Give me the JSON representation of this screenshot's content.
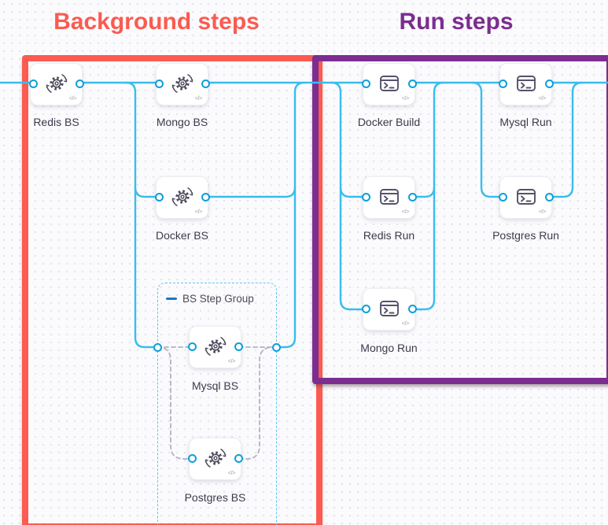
{
  "titles": {
    "background": "Background steps",
    "run": "Run steps"
  },
  "group": {
    "label": "BS Step Group"
  },
  "nodes": {
    "redis_bs": {
      "label": "Redis BS",
      "type": "background-step"
    },
    "mongo_bs": {
      "label": "Mongo BS",
      "type": "background-step"
    },
    "docker_bs": {
      "label": "Docker BS",
      "type": "background-step"
    },
    "mysql_bs": {
      "label": "Mysql BS",
      "type": "background-step"
    },
    "postgres_bs": {
      "label": "Postgres BS",
      "type": "background-step"
    },
    "docker_build": {
      "label": "Docker Build",
      "type": "run-step"
    },
    "mysql_run": {
      "label": "Mysql Run",
      "type": "run-step"
    },
    "redis_run": {
      "label": "Redis Run",
      "type": "run-step"
    },
    "postgres_run": {
      "label": "Postgres Run",
      "type": "run-step"
    },
    "mongo_run": {
      "label": "Mongo Run",
      "type": "run-step"
    }
  },
  "glyphs": {
    "code": "</>"
  },
  "icons": {
    "background_step": "sync-gear-icon",
    "run_step": "terminal-icon",
    "group_collapse": "collapse-dash-icon"
  },
  "colors": {
    "background_accent": "#fb5b51",
    "run_accent": "#7c2d90",
    "connector_line": "#38bdee",
    "port_ring": "#0d9fdb",
    "group_border": "#5fc3ef",
    "dashed_connector": "#b1b2c3"
  }
}
